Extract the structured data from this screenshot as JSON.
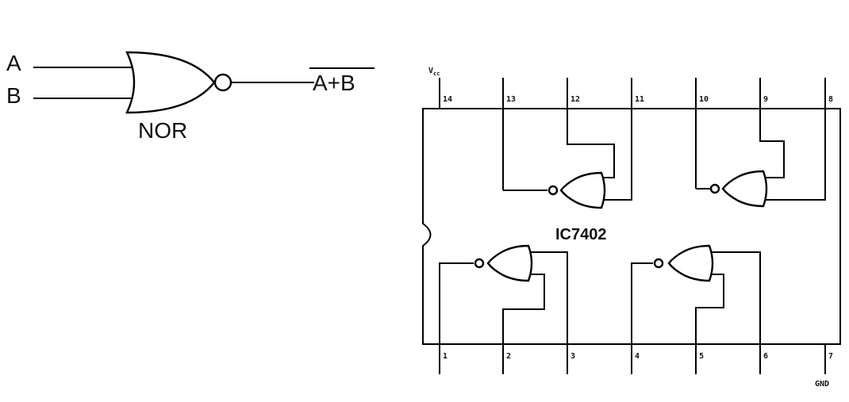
{
  "nor_symbol": {
    "input_a": "A",
    "input_b": "B",
    "output": "A+B",
    "gate_label": "NOR"
  },
  "ic": {
    "name": "IC7402",
    "vcc_label": "V",
    "vcc_sub": "cc",
    "gnd_label": "GND",
    "top_pins": [
      "14",
      "13",
      "12",
      "11",
      "10",
      "9",
      "8"
    ],
    "bottom_pins": [
      "1",
      "2",
      "3",
      "4",
      "5",
      "6",
      "7"
    ]
  }
}
